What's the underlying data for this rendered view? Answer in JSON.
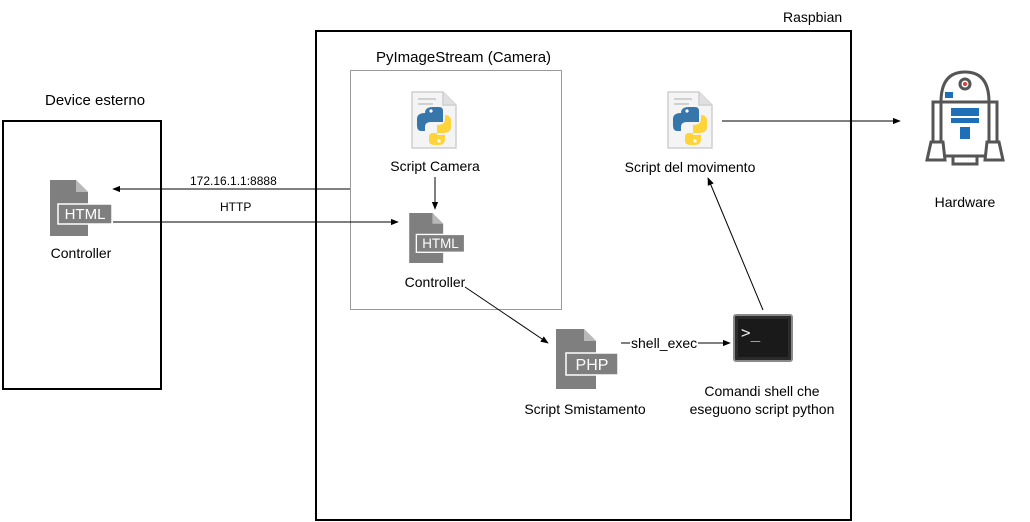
{
  "raspbian": {
    "label": "Raspbian"
  },
  "pyimagestream": {
    "label": "PyImageStream (Camera)"
  },
  "external_device": {
    "label": "Device esterno"
  },
  "nodes": {
    "controller_external": "Controller",
    "script_camera": "Script Camera",
    "controller_internal": "Controller",
    "script_movimento": "Script del movimento",
    "script_smistamento": "Script Smistamento",
    "comandi_shell": [
      "Comandi shell che",
      "eseguono script python"
    ],
    "hardware": "Hardware"
  },
  "edges": {
    "stream_address": "172.16.1.1:8888",
    "http": "HTTP",
    "shell_exec": "shell_exec"
  },
  "icons": {
    "html_badge": "HTML",
    "php_badge": "PHP",
    "terminal_prompt": ">_"
  },
  "colors": {
    "file_icon_gray": "#7f7f7f",
    "python_blue": "#3776ab",
    "python_yellow": "#ffd43b",
    "robot_blue": "#1e6fb8"
  }
}
